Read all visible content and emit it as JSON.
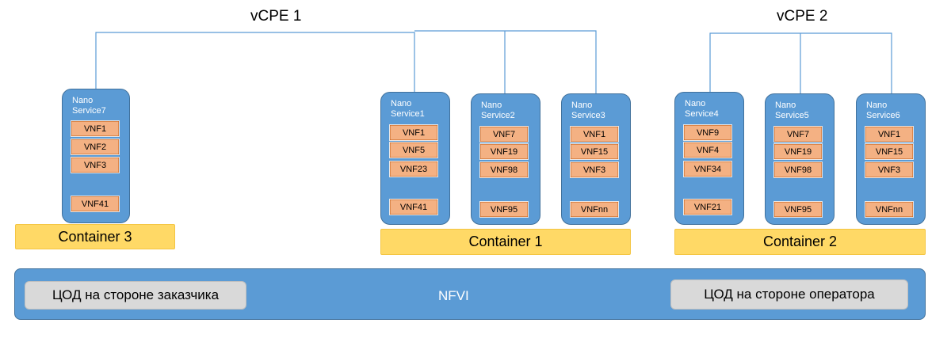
{
  "vcpe": [
    {
      "title": "vCPE 1"
    },
    {
      "title": "vCPE 2"
    }
  ],
  "nano_services": [
    {
      "label": "Nano\nService7",
      "vnfs": [
        "VNF1",
        "VNF2",
        "VNF3"
      ],
      "extra": "VNF41"
    },
    {
      "label": "Nano\nService1",
      "vnfs": [
        "VNF1",
        "VNF5",
        "VNF23"
      ],
      "extra": "VNF41"
    },
    {
      "label": "Nano\nService2",
      "vnfs": [
        "VNF7",
        "VNF19",
        "VNF98"
      ],
      "extra": "VNF95"
    },
    {
      "label": "Nano\nService3",
      "vnfs": [
        "VNF1",
        "VNF15",
        "VNF3"
      ],
      "extra": "VNFnn"
    },
    {
      "label": "Nano\nService4",
      "vnfs": [
        "VNF9",
        "VNF4",
        "VNF34"
      ],
      "extra": "VNF21"
    },
    {
      "label": "Nano\nService5",
      "vnfs": [
        "VNF7",
        "VNF19",
        "VNF98"
      ],
      "extra": "VNF95"
    },
    {
      "label": "Nano\nService6",
      "vnfs": [
        "VNF1",
        "VNF15",
        "VNF3"
      ],
      "extra": "VNFnn"
    }
  ],
  "containers": [
    "Container 3",
    "Container 1",
    "Container 2"
  ],
  "nfvi": {
    "label": "NFVI",
    "left_dc": "ЦОД на стороне заказчика",
    "right_dc": "ЦОД на стороне оператора"
  },
  "colors": {
    "service_blue": "#5b9bd5",
    "vnf_orange": "#f4b183",
    "container_yellow": "#ffd966",
    "dc_gray": "#d9d9d9"
  }
}
